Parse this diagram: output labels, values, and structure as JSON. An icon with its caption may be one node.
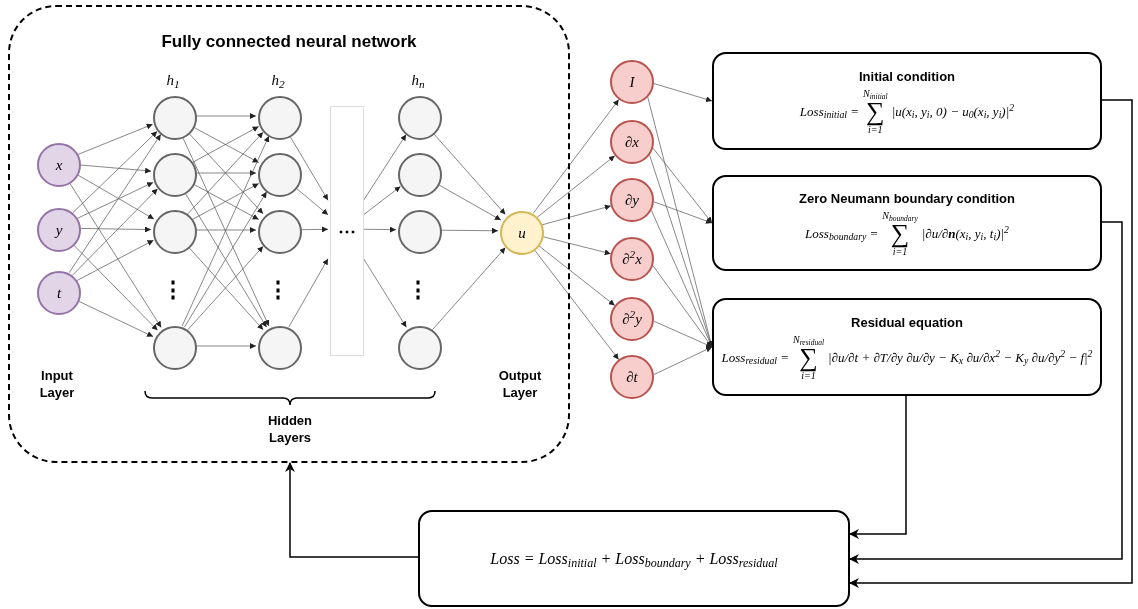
{
  "diagram": {
    "nodes": [
      {
        "text": [
          "Fully connected neural network"
        ]
      },
      {
        "text": [
          "x"
        ],
        "in": 0
      },
      {
        "text": [
          "y"
        ],
        "in": 0
      },
      {
        "text": [
          "t"
        ],
        "in": 0
      },
      {
        "text": [],
        "shape": "circle",
        "in": 0,
        "beside": [
          "h$_{1}$"
        ]
      },
      {
        "text": [],
        "shape": "circle",
        "in": 0
      },
      {
        "text": [],
        "shape": "circle",
        "in": 0
      },
      {
        "text": [],
        "shape": "circle",
        "in": 0
      },
      {
        "text": [],
        "shape": "circle",
        "in": 0,
        "beside": [
          "h$_{2}$"
        ]
      },
      {
        "text": [],
        "shape": "circle",
        "in": 0
      },
      {
        "text": [],
        "shape": "circle",
        "in": 0
      },
      {
        "text": [],
        "shape": "circle",
        "in": 0
      },
      {
        "text": [
          "⋯"
        ],
        "in": 0
      },
      {
        "text": [],
        "shape": "circle",
        "in": 0,
        "beside": [
          "h$_{n}$"
        ]
      },
      {
        "text": [],
        "shape": "circle",
        "in": 0
      },
      {
        "text": [],
        "shape": "circle",
        "in": 0
      },
      {
        "text": [],
        "shape": "circle",
        "in": 0
      },
      {
        "text": [
          "u"
        ],
        "in": 0
      },
      {
        "text": [
          "I"
        ]
      },
      {
        "text": [
          "∂x"
        ]
      },
      {
        "text": [
          "∂y"
        ]
      },
      {
        "text": [
          "∂$^{2}$x"
        ]
      },
      {
        "text": [
          "∂$^{2}$y"
        ]
      },
      {
        "text": [
          "∂t"
        ]
      },
      {
        "text": [
          "Initial condition",
          "Loss$_{initial}$ =",
          "N$_{initial}$",
          "∑",
          "i=1",
          "|u(x$_{i}$, y$_{i}$, 0) − u$_{0}$(x$_{i}$, y$_{i}$)|$^{2}$"
        ]
      },
      {
        "text": [
          "Zero Neumann boundary condition",
          "Loss$_{boundary}$ =",
          "N$_{boundary}$",
          "∑",
          "i=1",
          "|∂u/∂**n**(x$_{i}$, y$_{i}$, t$_{i}$)|$^{2}$"
        ]
      },
      {
        "text": [
          "Residual equation",
          "Loss$_{residual}$ =",
          "N$_{residual}$",
          "∑",
          "i=1",
          "|∂u/∂t + ∂T/∂y ∂u/∂y − K$_{x}$ ∂u/∂x$^{2}$ − K$_{y}$ ∂u/∂y$^{2}$ − f|$^{2}$"
        ]
      },
      {
        "text": [
          "Loss = Loss$_{initial}$ + Loss$_{boundary}$ + Loss$_{residual}$"
        ]
      }
    ],
    "edges": [
      {
        "from": 1,
        "to": 4,
        "arrow": "to"
      },
      {
        "from": 1,
        "to": 5,
        "arrow": "to"
      },
      {
        "from": 1,
        "to": 6,
        "arrow": "to"
      },
      {
        "from": 1,
        "to": 7,
        "arrow": "to"
      },
      {
        "from": 2,
        "to": 4,
        "arrow": "to"
      },
      {
        "from": 2,
        "to": 5,
        "arrow": "to"
      },
      {
        "from": 2,
        "to": 6,
        "arrow": "to"
      },
      {
        "from": 2,
        "to": 7,
        "arrow": "to"
      },
      {
        "from": 3,
        "to": 4,
        "arrow": "to"
      },
      {
        "from": 3,
        "to": 5,
        "arrow": "to"
      },
      {
        "from": 3,
        "to": 6,
        "arrow": "to"
      },
      {
        "from": 3,
        "to": 7,
        "arrow": "to"
      },
      {
        "from": 4,
        "to": 8,
        "arrow": "to"
      },
      {
        "from": 4,
        "to": 9,
        "arrow": "to"
      },
      {
        "from": 4,
        "to": 10,
        "arrow": "to"
      },
      {
        "from": 4,
        "to": 11,
        "arrow": "to"
      },
      {
        "from": 5,
        "to": 8,
        "arrow": "to"
      },
      {
        "from": 5,
        "to": 9,
        "arrow": "to"
      },
      {
        "from": 5,
        "to": 10,
        "arrow": "to"
      },
      {
        "from": 5,
        "to": 11,
        "arrow": "to"
      },
      {
        "from": 6,
        "to": 8,
        "arrow": "to"
      },
      {
        "from": 6,
        "to": 9,
        "arrow": "to"
      },
      {
        "from": 6,
        "to": 10,
        "arrow": "to"
      },
      {
        "from": 6,
        "to": 11,
        "arrow": "to"
      },
      {
        "from": 7,
        "to": 8,
        "arrow": "to"
      },
      {
        "from": 7,
        "to": 9,
        "arrow": "to"
      },
      {
        "from": 7,
        "to": 10,
        "arrow": "to"
      },
      {
        "from": 7,
        "to": 11,
        "arrow": "to"
      },
      {
        "from": 8,
        "to": 12,
        "arrow": "to"
      },
      {
        "from": 9,
        "to": 12,
        "arrow": "to"
      },
      {
        "from": 10,
        "to": 12,
        "arrow": "to"
      },
      {
        "from": 11,
        "to": 12,
        "arrow": "to"
      },
      {
        "from": 12,
        "to": 13,
        "arrow": "to"
      },
      {
        "from": 12,
        "to": 14,
        "arrow": "to"
      },
      {
        "from": 12,
        "to": 15,
        "arrow": "to"
      },
      {
        "from": 12,
        "to": 16,
        "arrow": "to"
      },
      {
        "from": 13,
        "to": 17,
        "arrow": "to"
      },
      {
        "from": 14,
        "to": 17,
        "arrow": "to"
      },
      {
        "from": 15,
        "to": 17,
        "arrow": "to"
      },
      {
        "from": 16,
        "to": 17,
        "arrow": "to"
      },
      {
        "from": 17,
        "to": 18,
        "arrow": "to"
      },
      {
        "from": 17,
        "to": 19,
        "arrow": "to"
      },
      {
        "from": 17,
        "to": 20,
        "arrow": "to"
      },
      {
        "from": 17,
        "to": 21,
        "arrow": "to"
      },
      {
        "from": 17,
        "to": 22,
        "arrow": "to"
      },
      {
        "from": 17,
        "to": 23,
        "arrow": "to"
      },
      {
        "from": 18,
        "to": 24,
        "arrow": "to"
      },
      {
        "from": 18,
        "to": 26,
        "arrow": "to"
      },
      {
        "from": 19,
        "to": 25,
        "arrow": "to"
      },
      {
        "from": 19,
        "to": 26,
        "arrow": "to"
      },
      {
        "from": 20,
        "to": 25,
        "arrow": "to"
      },
      {
        "from": 20,
        "to": 26,
        "arrow": "to"
      },
      {
        "from": 21,
        "to": 26,
        "arrow": "to"
      },
      {
        "from": 22,
        "to": 26,
        "arrow": "to"
      },
      {
        "from": 23,
        "to": 26,
        "arrow": "to"
      },
      {
        "from": 24,
        "to": 27,
        "arrow": "to",
        "color": "#000000"
      },
      {
        "from": 25,
        "to": 27,
        "arrow": "to",
        "color": "#000000"
      },
      {
        "from": 26,
        "to": 27,
        "arrow": "to",
        "color": "#000000"
      },
      {
        "from": 27,
        "to": 0,
        "arrow": "to",
        "color": "#000000"
      }
    ],
    "labels": [
      "⋮",
      "⋮",
      "⋮",
      "Input Layer",
      "Output Layer",
      "Hidden Layers"
    ]
  }
}
